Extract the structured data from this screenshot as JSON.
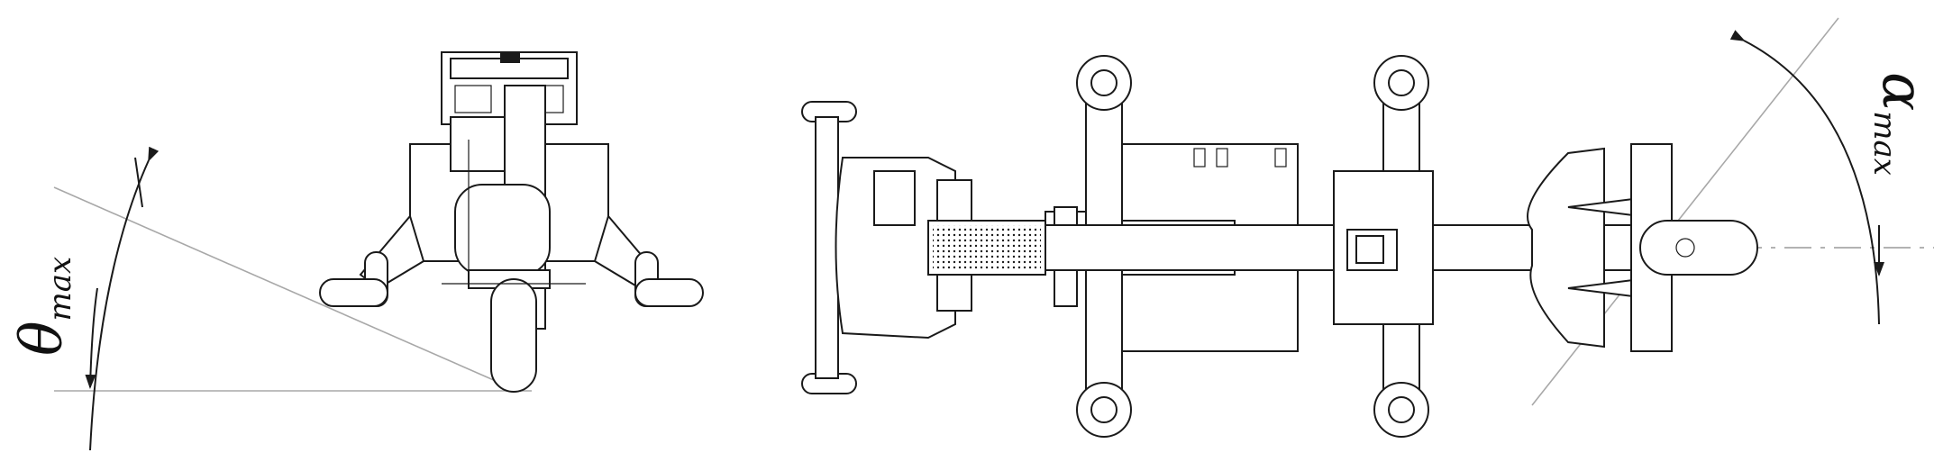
{
  "labels": {
    "theta": {
      "symbol": "θ",
      "subscript": "max"
    },
    "alpha": {
      "symbol": "α",
      "subscript": "max"
    }
  },
  "colors": {
    "ink": "#1a1a1a",
    "reference_line": "#a8a8a8",
    "background": "#ffffff"
  },
  "icons": [
    "arrowhead-icon"
  ]
}
